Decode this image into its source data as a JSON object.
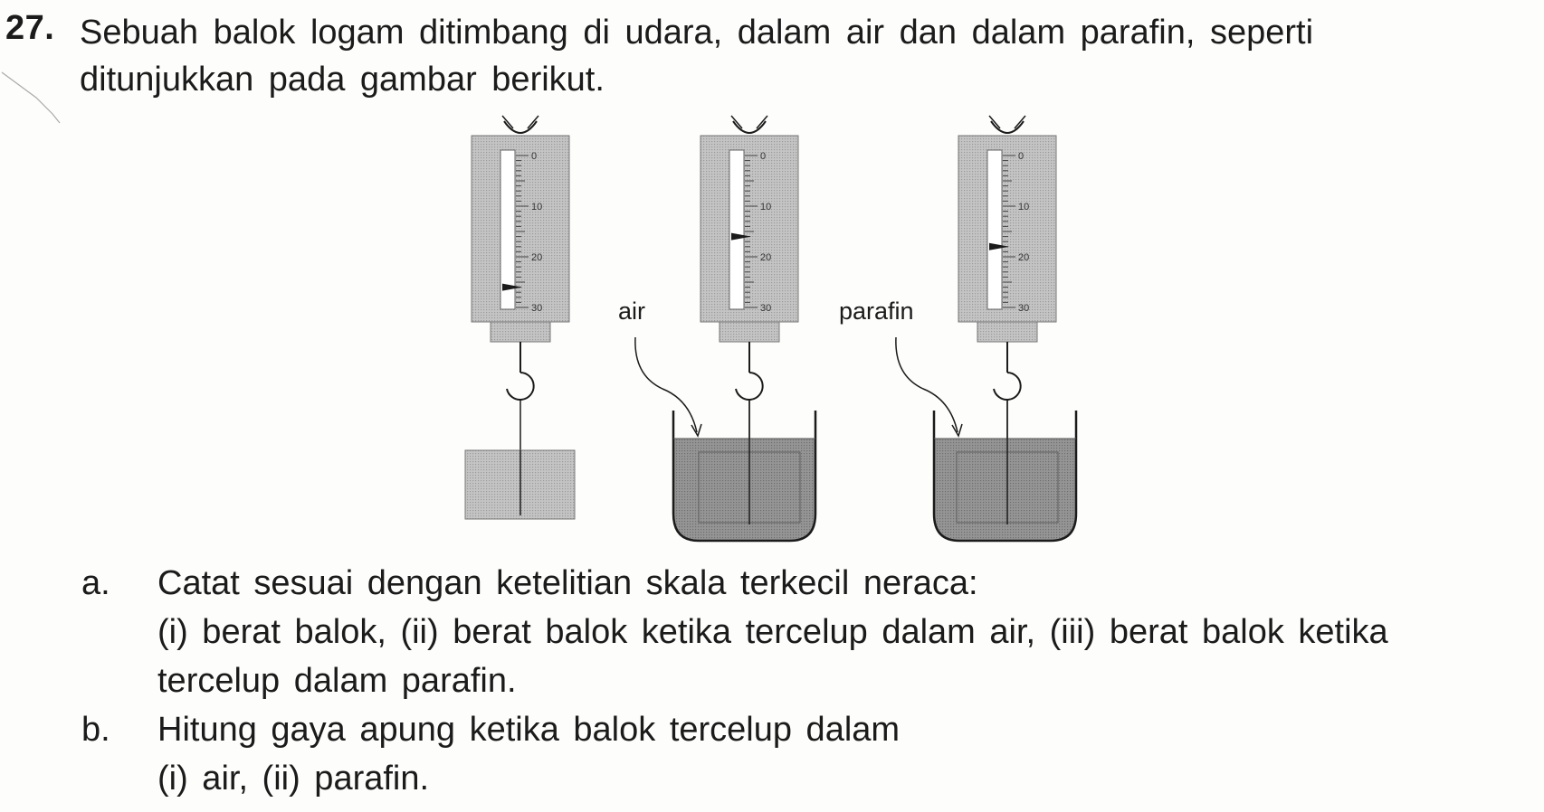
{
  "question": {
    "number": "27.",
    "lines": [
      "Sebuah balok logam ditimbang di udara, dalam air dan dalam parafin, seperti",
      "ditunjukkan pada gambar berikut."
    ]
  },
  "figure": {
    "label_water": "air",
    "label_paraffin": "parafin",
    "scale_ticks": [
      "0",
      "10",
      "20",
      "30"
    ],
    "readings": {
      "udara": 26,
      "air": 16,
      "parafin": 18
    }
  },
  "parts": [
    {
      "label": "a.",
      "lines": [
        "Catat sesuai dengan ketelitian skala terkecil neraca:",
        "(i) berat balok, (ii) berat balok ketika tercelup dalam air, (iii) berat balok ketika",
        "tercelup dalam parafin."
      ]
    },
    {
      "label": "b.",
      "lines": [
        "Hitung gaya apung ketika balok tercelup dalam",
        "(i) air, (ii) parafin."
      ]
    }
  ],
  "colors": {
    "ink": "#1b1b1b",
    "shade": "#b9b9b9",
    "liquid": "#8f8f8f",
    "paper": "#fdfdfb"
  }
}
